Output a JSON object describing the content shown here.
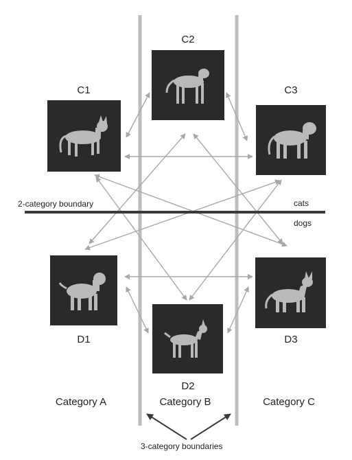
{
  "images": {
    "C1": {
      "label": "C1",
      "icon": "cat-icon"
    },
    "C2": {
      "label": "C2",
      "icon": "cheetah-icon"
    },
    "C3": {
      "label": "C3",
      "icon": "tiger-icon"
    },
    "D1": {
      "label": "D1",
      "icon": "dog-icon"
    },
    "D2": {
      "label": "D2",
      "icon": "doberman-icon"
    },
    "D3": {
      "label": "D3",
      "icon": "shepherd-icon"
    }
  },
  "categories": {
    "a": "Category A",
    "b": "Category B",
    "c": "Category C"
  },
  "boundaries": {
    "two_category": "2-category boundary",
    "three_category": "3-category boundaries",
    "cats": "cats",
    "dogs": "dogs"
  },
  "colors": {
    "arrow": "#a8a8a8",
    "boundary_vertical": "#bdbdbd",
    "boundary_horizontal": "#3a3a3a",
    "panel_bg": "#2a2a2a",
    "animal": "#b9b9b9"
  }
}
